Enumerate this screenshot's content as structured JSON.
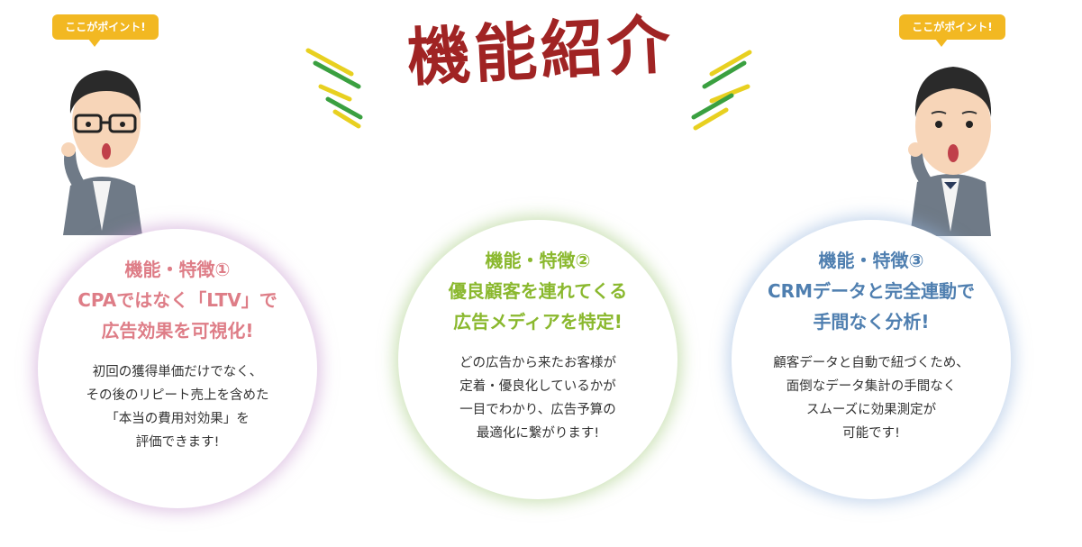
{
  "title": "機能紹介",
  "badges": {
    "left": "ここがポイント!",
    "right": "ここがポイント!"
  },
  "features": [
    {
      "title_lines": [
        "機能・特徴①",
        "CPAではなく「LTV」で",
        "広告効果を可視化!"
      ],
      "body_lines": [
        "初回の獲得単価だけでなく、",
        "その後のリピート売上を含めた",
        "「本当の費用対効果」を",
        "評価できます!"
      ],
      "color": "#de7d87"
    },
    {
      "title_lines": [
        "機能・特徴②",
        "優良顧客を連れてくる",
        "広告メディアを特定!"
      ],
      "body_lines": [
        "どの広告から来たお客様が",
        "定着・優良化しているかが",
        "一目でわかり、広告予算の",
        "最適化に繋がります!"
      ],
      "color": "#8ab82e"
    },
    {
      "title_lines": [
        "機能・特徴③",
        "CRMデータと完全連動で",
        "手間なく分析!"
      ],
      "body_lines": [
        "顧客データと自動で紐づくため、",
        "面倒なデータ集計の手間なく",
        "スムーズに効果測定が",
        "可能です!"
      ],
      "color": "#4f7fb0"
    }
  ]
}
